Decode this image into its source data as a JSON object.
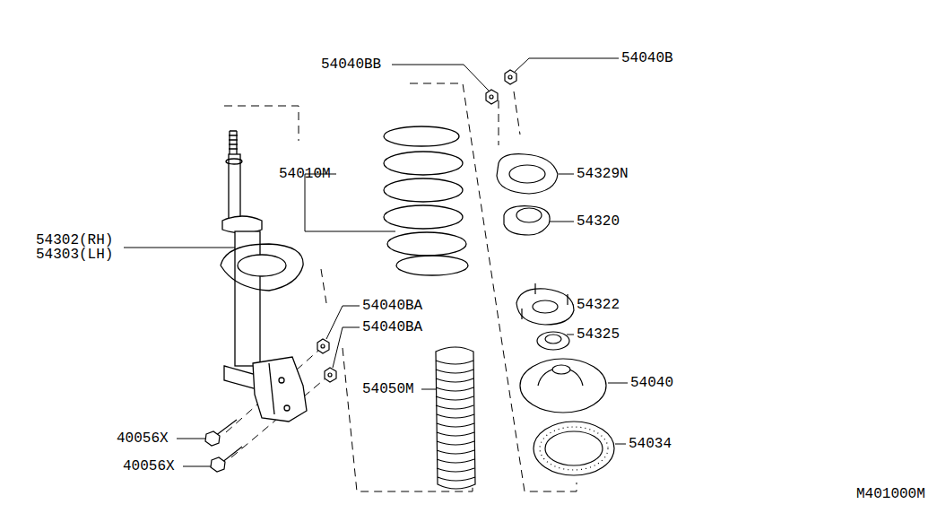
{
  "diagram": {
    "labels": [
      "54040BB",
      "54040B",
      "54329N",
      "54010M",
      "54320",
      "54302(RH)",
      "54303(LH)",
      "54322",
      "54040BA",
      "54325",
      "54040BA",
      "54040",
      "54050M",
      "40056X",
      "54034",
      "40056X",
      "M401000M"
    ]
  }
}
